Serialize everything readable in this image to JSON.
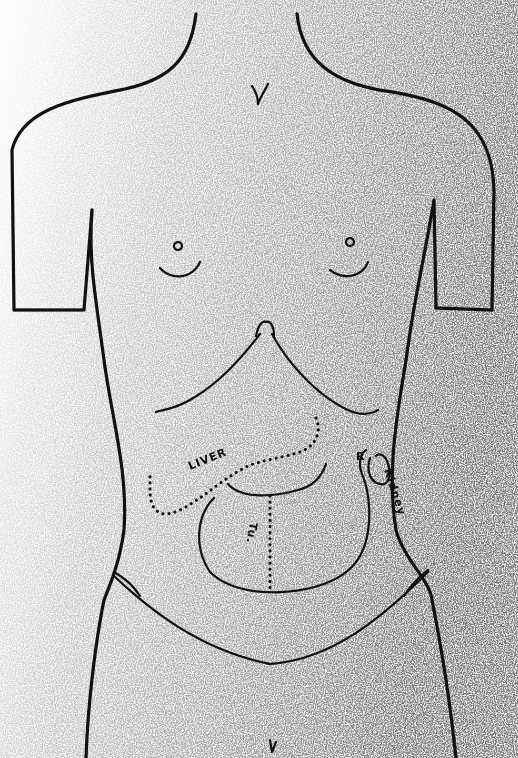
{
  "labels": {
    "liver": "LIVER",
    "kidney": "Kidney",
    "tumour": "Tu.",
    "r_mark": "R"
  }
}
